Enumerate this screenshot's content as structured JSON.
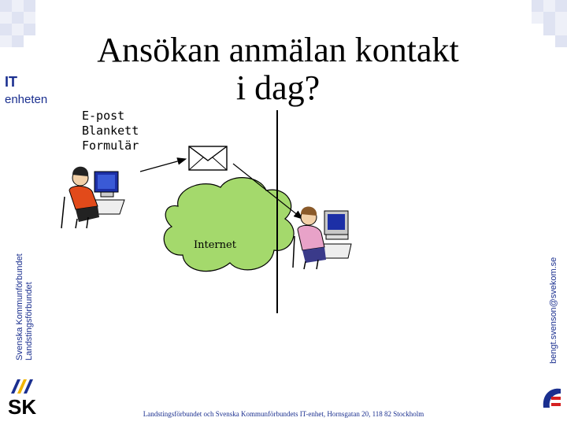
{
  "title": "Ansökan anmälan kontakt i dag?",
  "brand": {
    "it": "IT",
    "unit": "enheten"
  },
  "methods": [
    "E-post",
    "Blankett",
    "Formulär"
  ],
  "diagram": {
    "cloud_label": "Internet"
  },
  "sidebar_left": {
    "line1": "Svenska Kommunförbundet",
    "line2": "Landstingsförbundet"
  },
  "sidebar_right": "bengt.svenson@svekom.se",
  "footer": "Landstingsförbundet och Svenska Kommunförbundets IT-enhet, Hornsgatan 20, 118 82 Stockholm",
  "colors": {
    "brand": "#1a2f8f",
    "cloud": "#a4d96c",
    "checker": "#dfe3f2"
  },
  "icons": [
    "envelope-icon",
    "person-at-computer-icon",
    "logo-sk",
    "logo-lf"
  ]
}
